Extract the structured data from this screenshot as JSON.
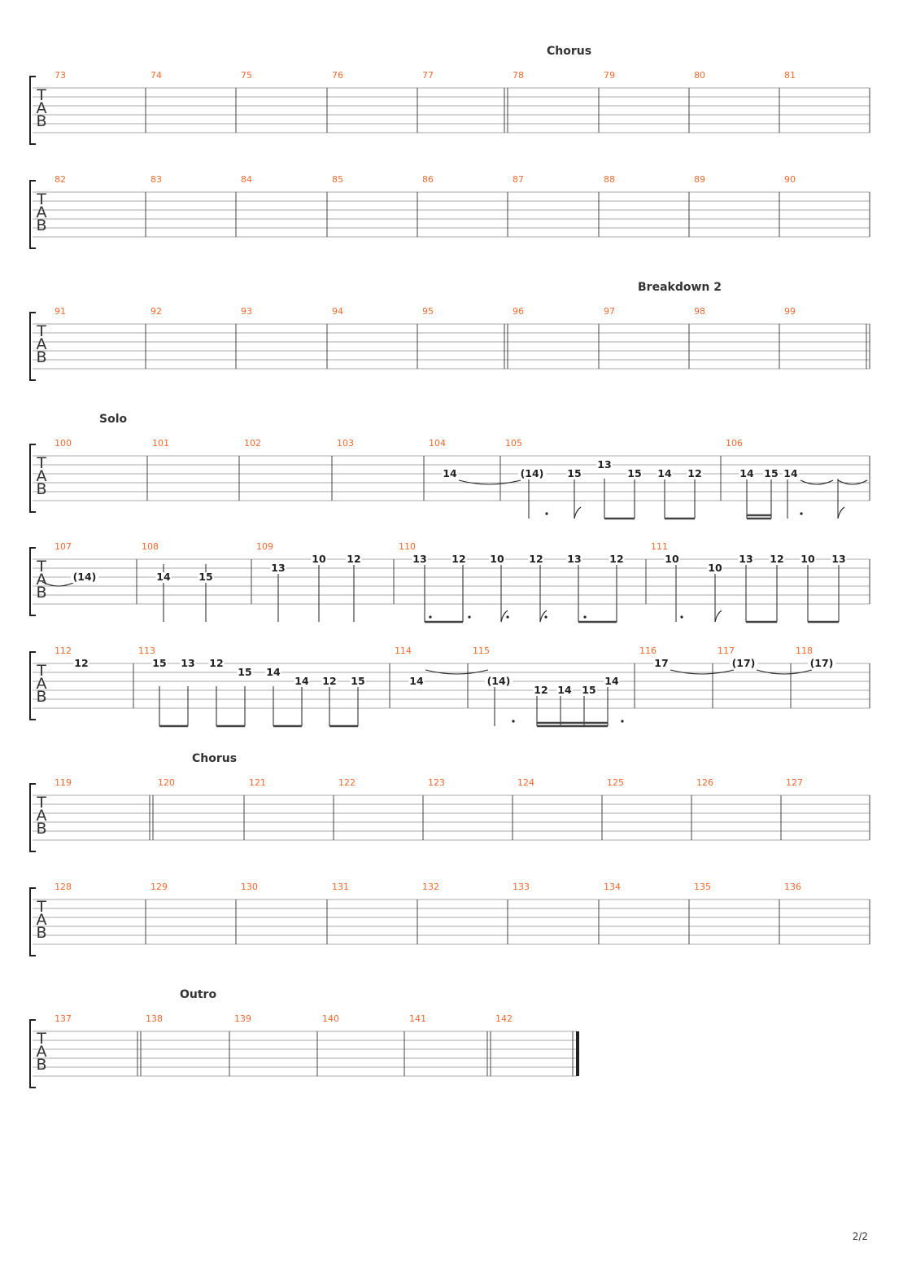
{
  "page": {
    "number_label": "2/2"
  },
  "colors": {
    "measure_number": "#f06a30",
    "staff_line": "#a8a8a8",
    "text": "#333333"
  },
  "tab_clef": [
    "T",
    "A",
    "B"
  ],
  "systems": [
    {
      "first_measure": 73,
      "measures": [
        "73",
        "74",
        "75",
        "76",
        "77",
        "78",
        "79",
        "80",
        "81"
      ],
      "sections": [
        {
          "label": "Chorus",
          "at_measure": "78"
        }
      ],
      "double_bars_after": [
        "77"
      ],
      "notes": []
    },
    {
      "first_measure": 82,
      "measures": [
        "82",
        "83",
        "84",
        "85",
        "86",
        "87",
        "88",
        "89",
        "90"
      ],
      "sections": [],
      "double_bars_after": [],
      "notes": []
    },
    {
      "first_measure": 91,
      "measures": [
        "91",
        "92",
        "93",
        "94",
        "95",
        "96",
        "97",
        "98",
        "99"
      ],
      "sections": [
        {
          "label": "Breakdown 2",
          "at_measure": "97"
        }
      ],
      "double_bars_after": [
        "95",
        "99"
      ],
      "notes": []
    },
    {
      "first_measure": 100,
      "measures": [
        "100",
        "101",
        "102",
        "103",
        "104",
        "105",
        "106"
      ],
      "sections": [
        {
          "label": "Solo",
          "at_measure": "100"
        }
      ],
      "double_bars_after": [],
      "notes": [
        "14",
        "(14)",
        "15",
        "13",
        "15",
        "14",
        "12",
        "14",
        "15",
        "14"
      ]
    },
    {
      "first_measure": 107,
      "measures": [
        "107",
        "108",
        "109",
        "110",
        "111"
      ],
      "sections": [],
      "double_bars_after": [],
      "notes": [
        "(14)",
        "14",
        "15",
        "13",
        "10",
        "12",
        "13",
        "12",
        "10",
        "12",
        "13",
        "12",
        "10",
        "10",
        "13",
        "12",
        "10",
        "13"
      ]
    },
    {
      "first_measure": 112,
      "measures": [
        "112",
        "113",
        "114",
        "115",
        "116",
        "117",
        "118"
      ],
      "sections": [],
      "double_bars_after": [],
      "notes": [
        "12",
        "15",
        "13",
        "12",
        "15",
        "14",
        "14",
        "12",
        "15",
        "14",
        "(14)",
        "12",
        "14",
        "15",
        "14",
        "17",
        "(17)",
        "(17)"
      ]
    },
    {
      "first_measure": 119,
      "measures": [
        "119",
        "120",
        "121",
        "122",
        "123",
        "124",
        "125",
        "126",
        "127"
      ],
      "sections": [
        {
          "label": "Chorus",
          "at_measure": "120"
        }
      ],
      "double_bars_after": [
        "119"
      ],
      "notes": []
    },
    {
      "first_measure": 128,
      "measures": [
        "128",
        "129",
        "130",
        "131",
        "132",
        "133",
        "134",
        "135",
        "136"
      ],
      "sections": [],
      "double_bars_after": [],
      "notes": []
    },
    {
      "first_measure": 137,
      "measures": [
        "137",
        "138",
        "139",
        "140",
        "141",
        "142"
      ],
      "sections": [
        {
          "label": "Outro",
          "at_measure": "138"
        }
      ],
      "double_bars_after": [
        "137",
        "141"
      ],
      "final_bar": true,
      "notes": []
    }
  ]
}
